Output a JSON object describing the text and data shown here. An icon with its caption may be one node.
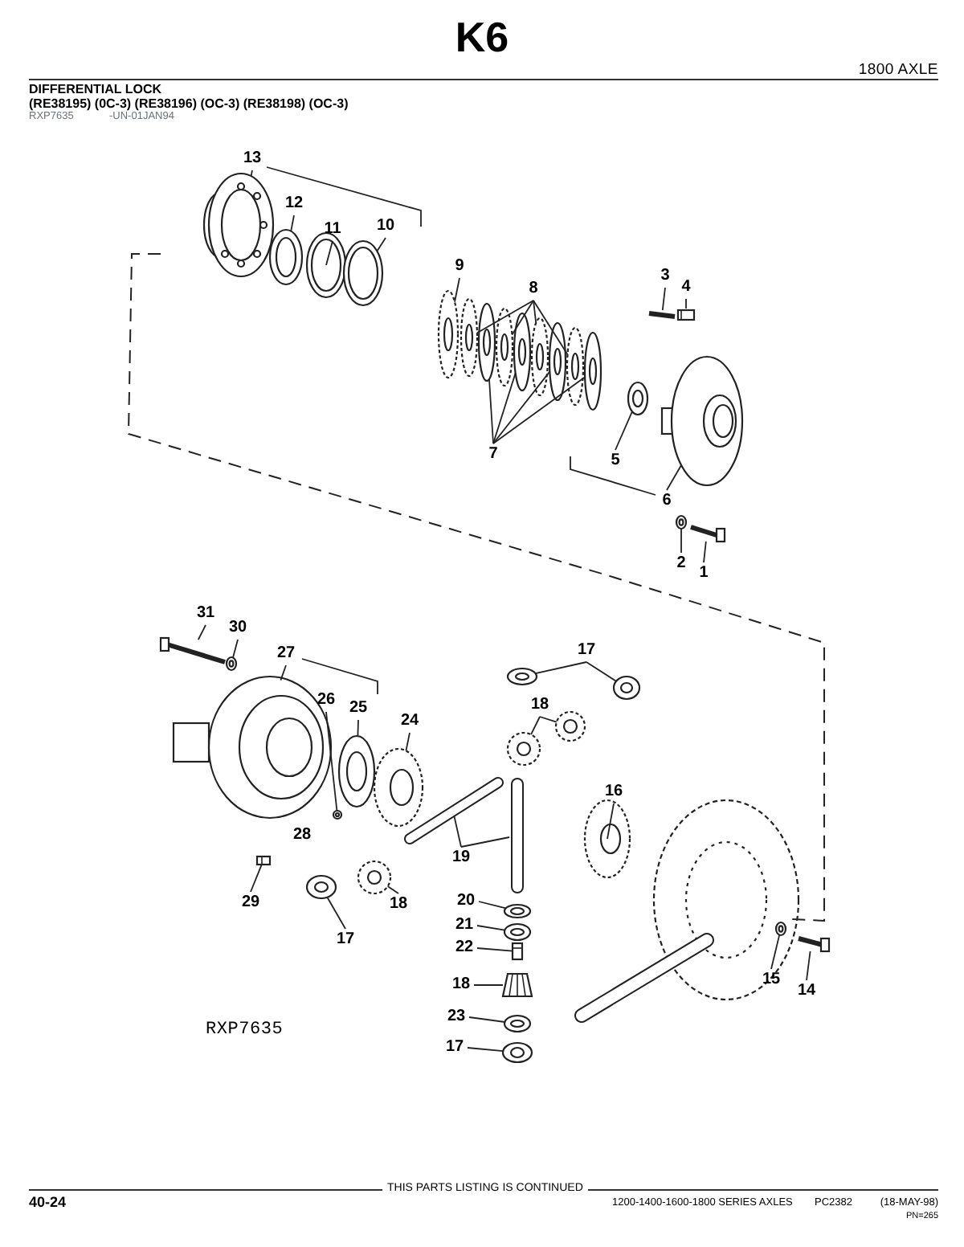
{
  "diagram": {
    "title": "K6",
    "nodes": [
      {
        "text": [
          "13"
        ]
      },
      {
        "text": [
          "12"
        ]
      },
      {
        "text": [
          "11"
        ]
      },
      {
        "text": [
          "10"
        ]
      },
      {
        "text": [
          "9"
        ]
      },
      {
        "text": [
          "8"
        ]
      },
      {
        "text": [
          "3"
        ]
      },
      {
        "text": [
          "4"
        ]
      },
      {
        "text": [
          "7"
        ]
      },
      {
        "text": [
          "5"
        ]
      },
      {
        "text": [
          "6"
        ]
      },
      {
        "text": [
          "2"
        ]
      },
      {
        "text": [
          "1"
        ]
      },
      {
        "text": [
          "31"
        ]
      },
      {
        "text": [
          "30"
        ]
      },
      {
        "text": [
          "17"
        ]
      },
      {
        "text": [
          "27"
        ]
      },
      {
        "text": [
          "26"
        ]
      },
      {
        "text": [
          "25"
        ]
      },
      {
        "text": [
          "24"
        ]
      },
      {
        "text": [
          "18"
        ]
      },
      {
        "text": [
          "28"
        ]
      },
      {
        "text": [
          "16"
        ]
      },
      {
        "text": [
          "19"
        ]
      },
      {
        "text": [
          "29"
        ]
      },
      {
        "text": [
          "18"
        ]
      },
      {
        "text": [
          "20"
        ]
      },
      {
        "text": [
          "17"
        ]
      },
      {
        "text": [
          "21"
        ]
      },
      {
        "text": [
          "22"
        ]
      },
      {
        "text": [
          "15"
        ]
      },
      {
        "text": [
          "14"
        ]
      },
      {
        "text": [
          "18"
        ]
      },
      {
        "text": [
          "23"
        ]
      },
      {
        "text": [
          "17"
        ]
      },
      {
        "text": [],
        "shape": "picture"
      },
      {
        "text": [],
        "shape": "picture"
      },
      {
        "text": [],
        "shape": "picture"
      },
      {
        "text": [],
        "shape": "picture"
      },
      {
        "text": [],
        "shape": "picture"
      },
      {
        "text": [],
        "shape": "picture"
      },
      {
        "text": [],
        "shape": "picture"
      },
      {
        "text": [],
        "shape": "picture"
      },
      {
        "text": [],
        "shape": "picture"
      },
      {
        "text": [],
        "shape": "picture"
      },
      {
        "text": [],
        "shape": "picture"
      },
      {
        "text": [],
        "shape": "picture"
      },
      {
        "text": [],
        "shape": "picture"
      },
      {
        "text": [],
        "shape": "picture"
      },
      {
        "text": [],
        "shape": "picture"
      },
      {
        "text": [],
        "shape": "picture"
      },
      {
        "text": [],
        "shape": "picture"
      },
      {
        "text": [],
        "shape": "picture"
      },
      {
        "text": [],
        "shape": "picture"
      },
      {
        "text": [],
        "shape": "picture"
      },
      {
        "text": [],
        "shape": "picture"
      },
      {
        "text": [],
        "shape": "picture"
      },
      {
        "text": [],
        "shape": "picture"
      },
      {
        "text": [],
        "shape": "picture"
      },
      {
        "text": [],
        "shape": "picture"
      },
      {
        "text": [],
        "shape": "picture"
      },
      {
        "text": [],
        "shape": "picture"
      },
      {
        "text": [],
        "shape": "picture"
      },
      {
        "text": [],
        "shape": "picture"
      },
      {
        "text": [],
        "shape": "picture"
      },
      {
        "text": [],
        "shape": "picture"
      },
      {
        "text": [],
        "shape": "picture"
      },
      {
        "text": [],
        "shape": "picture"
      },
      {
        "text": [],
        "shape": "picture"
      },
      {
        "text": [],
        "shape": "picture"
      },
      {
        "text": [],
        "shape": "picture"
      },
      {
        "text": [],
        "shape": "picture"
      },
      {
        "text": [],
        "shape": "picture"
      },
      {
        "text": [],
        "shape": "picture"
      },
      {
        "text": [],
        "shape": "picture"
      },
      {
        "text": [],
        "shape": "picture"
      },
      {
        "text": [],
        "shape": "picture"
      },
      {
        "text": [],
        "shape": "picture"
      }
    ],
    "edges": [
      {
        "from": 0,
        "to": 35,
        "arrow": "none"
      },
      {
        "from": 1,
        "to": 36,
        "arrow": "none"
      },
      {
        "from": 2,
        "to": 37,
        "arrow": "none"
      },
      {
        "from": 3,
        "to": 38,
        "arrow": "none"
      },
      {
        "from": 4,
        "to": 39,
        "arrow": "none"
      },
      {
        "from": 5,
        "to": 40,
        "arrow": "none"
      },
      {
        "from": 5,
        "to": 42,
        "arrow": "none"
      },
      {
        "from": 5,
        "to": 44,
        "arrow": "none"
      },
      {
        "from": 5,
        "to": 46,
        "arrow": "none"
      },
      {
        "from": 6,
        "to": 48,
        "arrow": "none"
      },
      {
        "from": 7,
        "to": 49,
        "arrow": "none"
      },
      {
        "from": 8,
        "to": 41,
        "arrow": "none"
      },
      {
        "from": 8,
        "to": 43,
        "arrow": "none"
      },
      {
        "from": 8,
        "to": 45,
        "arrow": "none"
      },
      {
        "from": 8,
        "to": 47,
        "arrow": "none"
      },
      {
        "from": 9,
        "to": 50,
        "arrow": "none"
      },
      {
        "from": 10,
        "to": 51,
        "arrow": "none"
      },
      {
        "from": 11,
        "to": 52,
        "arrow": "none"
      },
      {
        "from": 12,
        "to": 53,
        "arrow": "none"
      },
      {
        "from": 13,
        "to": 54,
        "arrow": "none"
      },
      {
        "from": 14,
        "to": 55,
        "arrow": "none"
      },
      {
        "from": 15,
        "to": 56,
        "arrow": "none"
      },
      {
        "from": 15,
        "to": 57,
        "arrow": "none"
      },
      {
        "from": 16,
        "to": 58,
        "arrow": "none"
      },
      {
        "from": 17,
        "to": 59,
        "arrow": "none"
      },
      {
        "from": 18,
        "to": 60,
        "arrow": "none"
      },
      {
        "from": 19,
        "to": 61,
        "arrow": "none"
      },
      {
        "from": 20,
        "to": 62,
        "arrow": "none"
      },
      {
        "from": 20,
        "to": 63,
        "arrow": "none"
      },
      {
        "from": 22,
        "to": 64,
        "arrow": "none"
      },
      {
        "from": 23,
        "to": 65,
        "arrow": "none"
      },
      {
        "from": 23,
        "to": 66,
        "arrow": "none"
      },
      {
        "from": 24,
        "to": 67,
        "arrow": "none"
      },
      {
        "from": 25,
        "to": 68,
        "arrow": "none"
      },
      {
        "from": 26,
        "to": 69,
        "arrow": "none"
      },
      {
        "from": 27,
        "to": 70,
        "arrow": "none"
      },
      {
        "from": 28,
        "to": 71,
        "arrow": "none"
      },
      {
        "from": 29,
        "to": 72,
        "arrow": "none"
      },
      {
        "from": 30,
        "to": 73,
        "arrow": "none"
      },
      {
        "from": 31,
        "to": 74,
        "arrow": "none"
      },
      {
        "from": 32,
        "to": 75,
        "arrow": "none"
      },
      {
        "from": 33,
        "to": 76,
        "arrow": "none"
      },
      {
        "from": 34,
        "to": 77,
        "arrow": "none"
      }
    ],
    "labels": [
      "1800 AXLE",
      "DIFFERENTIAL LOCK",
      "(RE38195) (0C-3) (RE38196) (OC-3) (RE38198) (OC-3)",
      "RXP7635",
      "-UN-01JAN94",
      "RXP7635",
      "40-24",
      "THIS PARTS LISTING IS CONTINUED",
      "1200-1400-1600-1800 SERIES AXLES",
      "PC2382",
      "(18-MAY-98)",
      "PN=265"
    ]
  }
}
